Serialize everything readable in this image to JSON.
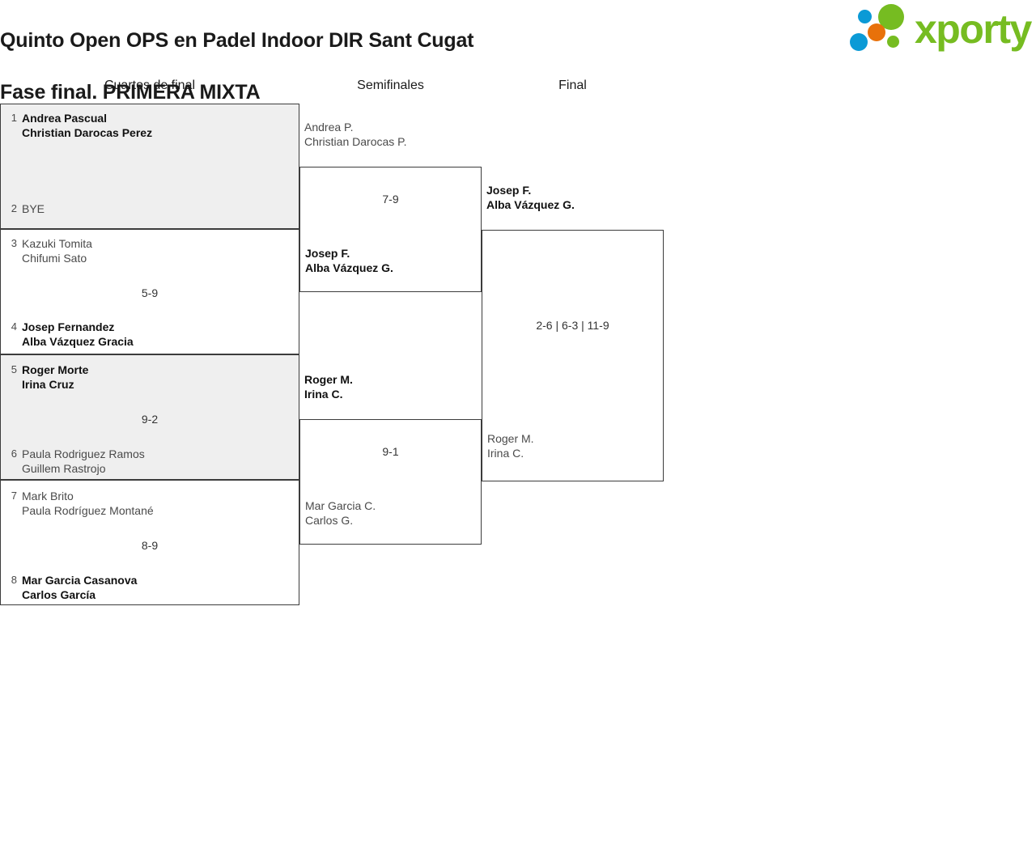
{
  "header": {
    "title_line1": "Quinto Open OPS en Padel Indoor DIR Sant Cugat",
    "title_line2": "Fase final. PRIMERA MIXTA",
    "logo_text": "xporty",
    "logo_colors": {
      "green": "#76bc21",
      "orange": "#e8710a",
      "blue": "#0b9ad6"
    }
  },
  "rounds": [
    {
      "id": "qf",
      "label": "Cuartos de final"
    },
    {
      "id": "sf",
      "label": "Semifinales"
    },
    {
      "id": "fi",
      "label": "Final"
    }
  ],
  "quarterfinals": [
    {
      "top": {
        "seed": "1",
        "player1": "Andrea Pascual",
        "player2": "Christian Darocas Perez",
        "winner": true
      },
      "bottom": {
        "seed": "2",
        "player1": "BYE",
        "player2": "",
        "winner": false,
        "bye": true
      },
      "score": ""
    },
    {
      "top": {
        "seed": "3",
        "player1": "Kazuki Tomita",
        "player2": "Chifumi Sato",
        "winner": false
      },
      "bottom": {
        "seed": "4",
        "player1": "Josep Fernandez",
        "player2": "Alba Vázquez Gracia",
        "winner": true
      },
      "score": "5-9"
    },
    {
      "top": {
        "seed": "5",
        "player1": "Roger Morte",
        "player2": "Irina Cruz",
        "winner": true
      },
      "bottom": {
        "seed": "6",
        "player1": "Paula Rodriguez Ramos",
        "player2": "Guillem Rastrojo",
        "winner": false
      },
      "score": "9-2"
    },
    {
      "top": {
        "seed": "7",
        "player1": "Mark Brito",
        "player2": "Paula Rodríguez Montané",
        "winner": false
      },
      "bottom": {
        "seed": "8",
        "player1": "Mar Garcia Casanova",
        "player2": "Carlos García",
        "winner": true
      },
      "score": "8-9"
    }
  ],
  "semifinals": [
    {
      "top": {
        "player1": "Andrea P.",
        "player2": "Christian Darocas P.",
        "winner": false
      },
      "bottom": {
        "player1": "Josep F.",
        "player2": "Alba Vázquez G.",
        "winner": true
      },
      "score": "7-9"
    },
    {
      "top": {
        "player1": "Roger M.",
        "player2": "Irina C.",
        "winner": true
      },
      "bottom": {
        "player1": "Mar Garcia C.",
        "player2": "Carlos G.",
        "winner": false
      },
      "score": "9-1"
    }
  ],
  "final": {
    "top": {
      "player1": "Josep F.",
      "player2": "Alba Vázquez G.",
      "winner": true
    },
    "bottom": {
      "player1": "Roger M.",
      "player2": "Irina C.",
      "winner": false
    },
    "score": "2-6 | 6-3 | 11-9"
  }
}
